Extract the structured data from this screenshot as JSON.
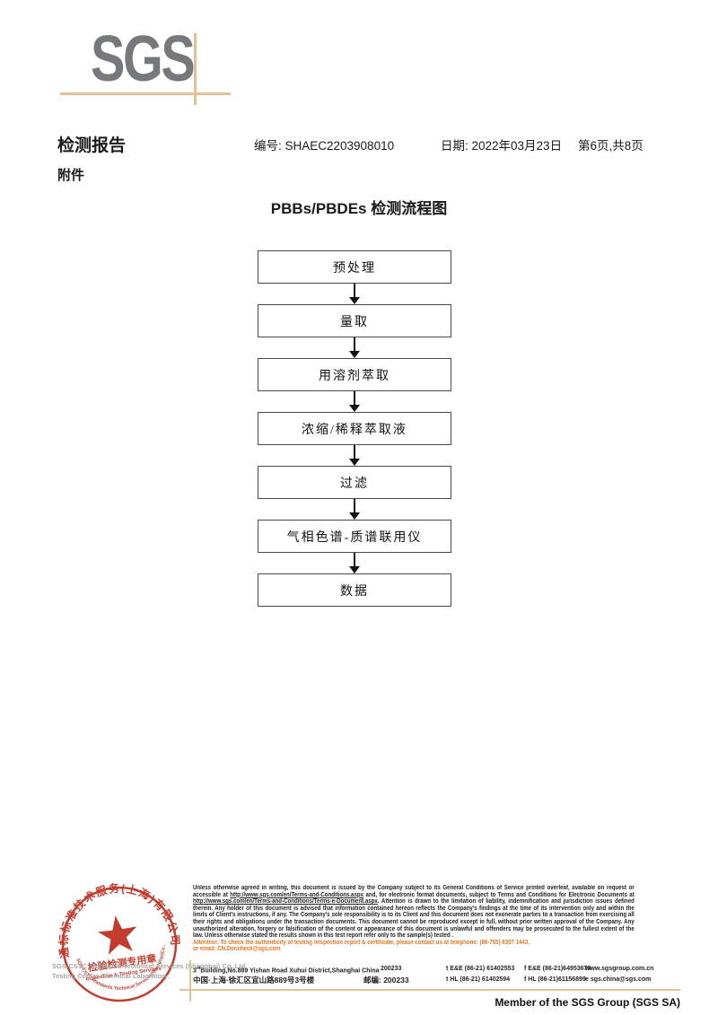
{
  "header": {
    "logo_text": "SGS",
    "report_title": "检测报告",
    "report_no": "编号: SHAEC2203908010",
    "report_date": "日期: 2022年03月23日",
    "report_page": "第6页,共8页",
    "attachment_label": "附件"
  },
  "flowchart": {
    "title": "PBBs/PBDEs 检测流程图",
    "steps": [
      "预处理",
      "量取",
      "用溶剂萃取",
      "浓缩/稀释萃取液",
      "过滤",
      "气相色谱-质谱联用仪",
      "数据"
    ]
  },
  "footer": {
    "legal": {
      "seg1": "Unless otherwise agreed in writing, this document is issued by the Company subject to its General Conditions of Service printed overleaf, available on request or accessible at ",
      "url1": "http://www.sgs.com/en/Terms-and-Conditions.aspx",
      "seg2": " and, for electronic format documents, subject to Terms and Conditions for Electronic Documents at ",
      "url2": "http://www.sgs.com/en/Terms-and-Conditions/Terms-e-Document.aspx",
      "seg3": ". Attention is drawn to the limitation of liability, indemnification and jurisdiction issues defined therein. Any holder of this document is advised that information contained hereon reflects the Company's findings at the time of its intervention only and within the limits of Client's instructions, if any. The Company's sole responsibility is to its Client and this document does not exonerate parties to a transaction from exercising all their rights and obligations under the transaction documents. This document cannot be reproduced except in full, without prior written approval of the Company. Any unauthorized alteration, forgery or falsification of the content or appearance of this document is unlawful and offenders may be prosecuted to the fullest extent of the law. Unless otherwise stated the results shown in this test report refer only to the sample(s) tested ."
    },
    "attention_line1": "Attention: To check the authenticity of testing /inspection report & certificate, please contact us at telephone: (86-755) 8307 1443,",
    "attention_line2": "or email: CN.Doccheck@sgs.com",
    "address": {
      "en_num": "3",
      "en_sup": "rd",
      "en_rest": "Building,No.889 Yishan Road Xuhui District,Shanghai China",
      "postcode1": "200233",
      "cn": "中国·上海·徐汇区宜山路889号3号楼",
      "postcode2_label": "邮编: 200233",
      "tel1": "t E&E (86-21) 61402553",
      "fax1": "f E&E (86-21)64953679",
      "web": "www.sgsgroup.com.cn",
      "tel2": "t HL (86-21) 61402594",
      "fax2": "f HL (86-21)61156899",
      "email": "e  sgs.china@sgs.com"
    },
    "stamp": {
      "ring_top": "通标标准技术服务(上海)有限公司",
      "ring_bottom": "SGS-CSTC Standards Technical Services(Shanghai)Co.,Ltd.",
      "center_line1": "检验检测专用章",
      "center_line2": "Inspection & Testing Services"
    },
    "company_line1": "SGS-CSTC Standards Technical Services (Shanghai) Co.,Ltd.",
    "company_line2": "Testing Center-Chemical Laboratory.",
    "member_line": "Member of the SGS Group (SGS SA)"
  },
  "colors": {
    "accent_line_tan": "#E5C094",
    "logo_gray": "#77787B",
    "stamp_red": "#C43C2E",
    "attention_orange": "#E87722"
  }
}
